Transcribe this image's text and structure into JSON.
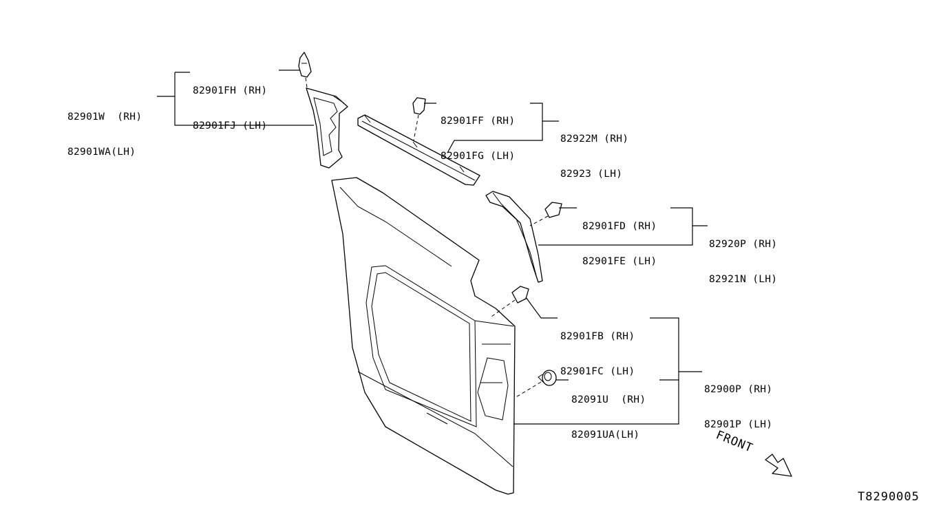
{
  "callouts": [
    {
      "id": "82901w",
      "rh": "82901W  (RH)",
      "lh": "82901WA(LH)"
    },
    {
      "id": "82901fh",
      "rh": "82901FH (RH)",
      "lh": "82901FJ (LH)"
    },
    {
      "id": "82901ff",
      "rh": "82901FF (RH)",
      "lh": "82901FG (LH)"
    },
    {
      "id": "82922m",
      "rh": "82922M (RH)",
      "lh": "82923 (LH)"
    },
    {
      "id": "82901fd",
      "rh": "82901FD (RH)",
      "lh": "82901FE (LH)"
    },
    {
      "id": "82920p",
      "rh": "82920P (RH)",
      "lh": "82921N (LH)"
    },
    {
      "id": "82901fb",
      "rh": "82901FB (RH)",
      "lh": "82901FC (LH)"
    },
    {
      "id": "82900p",
      "rh": "82900P (RH)",
      "lh": "82901P (LH)"
    },
    {
      "id": "82091u",
      "rh": "82091U  (RH)",
      "lh": "82091UA(LH)"
    }
  ],
  "front_label": "FRONT",
  "diagram_code": "T8290005"
}
